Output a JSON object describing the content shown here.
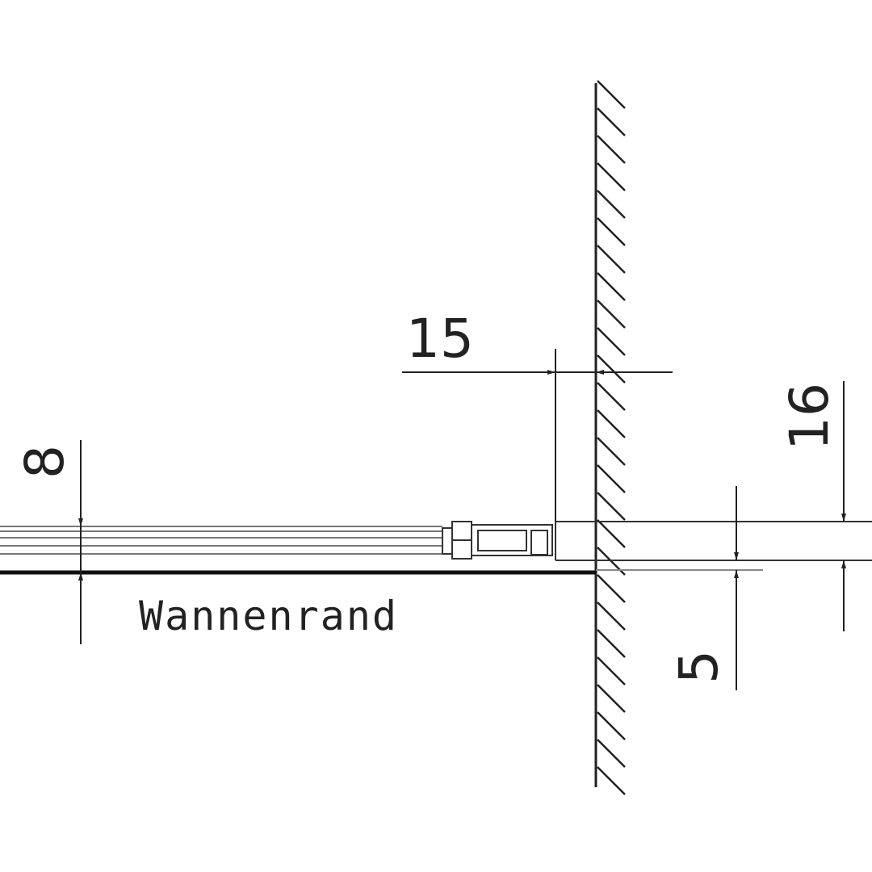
{
  "drawing": {
    "labels": {
      "rim_label": "Wannenrand"
    },
    "dimensions": {
      "gap_to_wall": "15",
      "height_above": "16",
      "glass_thickness": "8",
      "rim_gap": "5"
    },
    "colors": {
      "line": "#222222",
      "light_line": "#888888",
      "background": "#ffffff"
    }
  }
}
